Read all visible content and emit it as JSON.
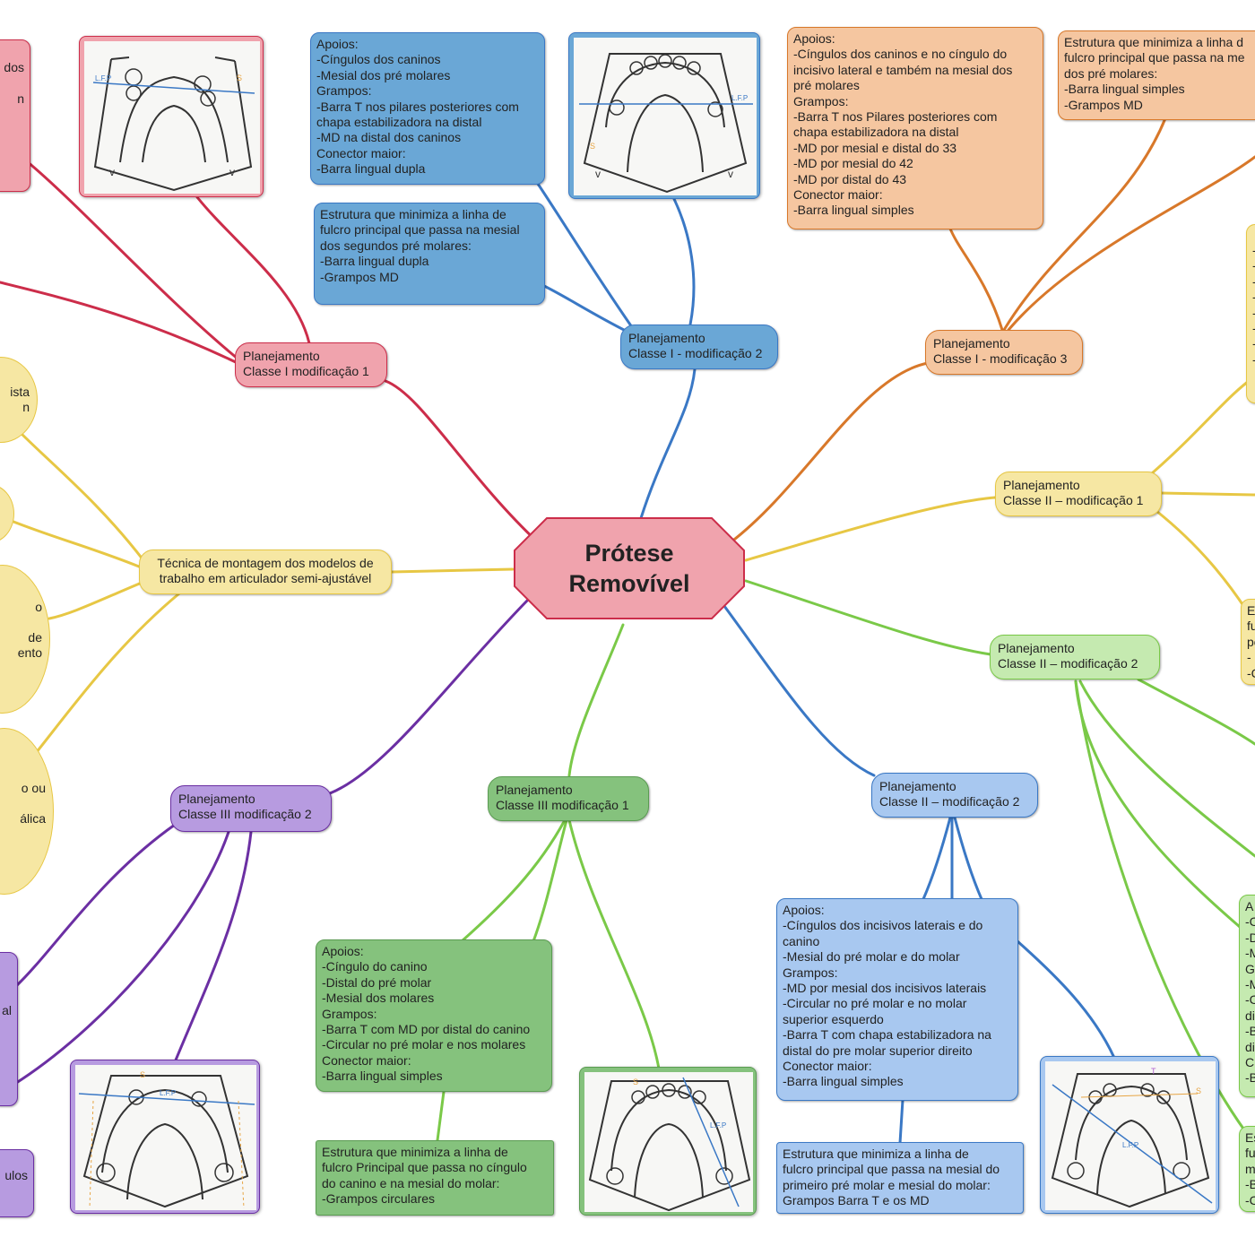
{
  "center": {
    "title": "Prótese\nRemovível",
    "color": "#f0a3ad"
  },
  "colors": {
    "pink": "#f0a3ad",
    "pink_line": "#cc2d4a",
    "blue": "#6aa7d6",
    "blue_line": "#3a78c5",
    "orange": "#f5c6a0",
    "orange_line": "#d8782a",
    "yellow": "#f6e7a3",
    "yellow_line": "#e7c744",
    "green": "#85c27d",
    "green_line": "#7ac948",
    "lightgreen": "#c5eab0",
    "lightblue": "#a8c8f0",
    "purple": "#b79be0",
    "purple_line": "#6b2fa3"
  },
  "nodes": {
    "classe1_mod1": "Planejamento\nClasse I modificação 1",
    "classe1_mod2": "Planejamento\nClasse I - modificação 2",
    "classe1_mod3": "Planejamento\nClasse I - modificação 3",
    "classe2_mod1": "Planejamento\nClasse II – modificação 1",
    "classe2_mod2_right": "Planejamento\nClasse II – modificação 2",
    "classe2_mod2_bottom": "Planejamento\nClasse II – modificação 2",
    "classe3_mod1": "Planejamento\nClasse III modificação 1",
    "classe3_mod2": "Planejamento\nClasse III modificação 2",
    "tecnica": "Técnica de montagem dos modelos de\ntrabalho em articulador semi-ajustável"
  },
  "boxes": {
    "pink_partial": "dos\n\nn",
    "blue_apoios": "Apoios:\n-Cíngulos dos caninos\n-Mesial dos pré  molares\nGrampos:\n-Barra T nos pilares posteriores com\nchapa estabilizadora na distal\n-MD na distal dos caninos\nConector maior:\n-Barra lingual dupla",
    "blue_estrutura": "Estrutura que minimiza a linha de\nfulcro principal que passa na mesial\ndos segundos pré molares:\n-Barra lingual dupla\n-Grampos MD",
    "orange_apoios": "Apoios:\n-Cíngulos dos caninos e no cíngulo do\nincisivo lateral e também na mesial dos\npré  molares\nGrampos:\n-Barra T nos Pilares posteriores com\nchapa estabilizadora na distal\n-MD por mesial e distal do 33\n-MD por mesial do 42\n-MD por distal do 43\nConector maior:\n-Barra lingual simples",
    "orange_estrutura": "Estrutura que minimiza a linha d\nfulcro principal que passa na me\ndos pré molares:\n-Barra lingual simples\n-Grampos MD",
    "yellow_partial_right_top": "-\n-\n-\n-\n-\n-\n-\n-",
    "yellow_partial_right_mid": "E\nfu\npo\n-\n-C",
    "green_apoios": "Apoios:\n-Cíngulo do canino\n-Distal do pré molar\n-Mesial dos molares\nGrampos:\n-Barra T com MD por distal do canino\n-Circular no pré molar e nos molares\nConector maior:\n-Barra lingual simples",
    "green_estrutura": "Estrutura que minimiza a linha de\nfulcro Principal que passa no cíngulo\ndo canino e na mesial do molar:\n-Grampos circulares",
    "lightblue_apoios": "Apoios:\n-Cíngulos dos incisivos laterais e do\ncanino\n-Mesial do pré molar e do molar\nGrampos:\n-MD por mesial dos incisivos laterais\n-Circular no pré  molar e no molar\nsuperior esquerdo\n-Barra T com chapa estabilizadora na\ndistal do pre molar superior direito\nConector maior:\n-Barra lingual simples",
    "lightblue_estrutura": "Estrutura que minimiza a linha de\nfulcro principal que passa na mesial do\nprimeiro pré  molar e mesial do molar:\nGrampos Barra T e os MD",
    "lightgreen_partial_right": "A\n-C\n-D\n-M\nG\n-M\n-C\ndi\n-B\ndi\nC\n-B",
    "lightgreen_partial_right_bottom": "Es\nfu\nm\n-B\n-C",
    "purple_partial_left": "\n\n\nal",
    "purple_partial_left_bottom": "ulos"
  },
  "blobs": {
    "yellow_1": "ista\nn",
    "yellow_2": "",
    "yellow_3": "o\n\nde\nento",
    "yellow_4": "o ou\n\nálica"
  },
  "sketch_labels": {
    "lfp": "L.F.P",
    "s": "S",
    "t": "T"
  }
}
